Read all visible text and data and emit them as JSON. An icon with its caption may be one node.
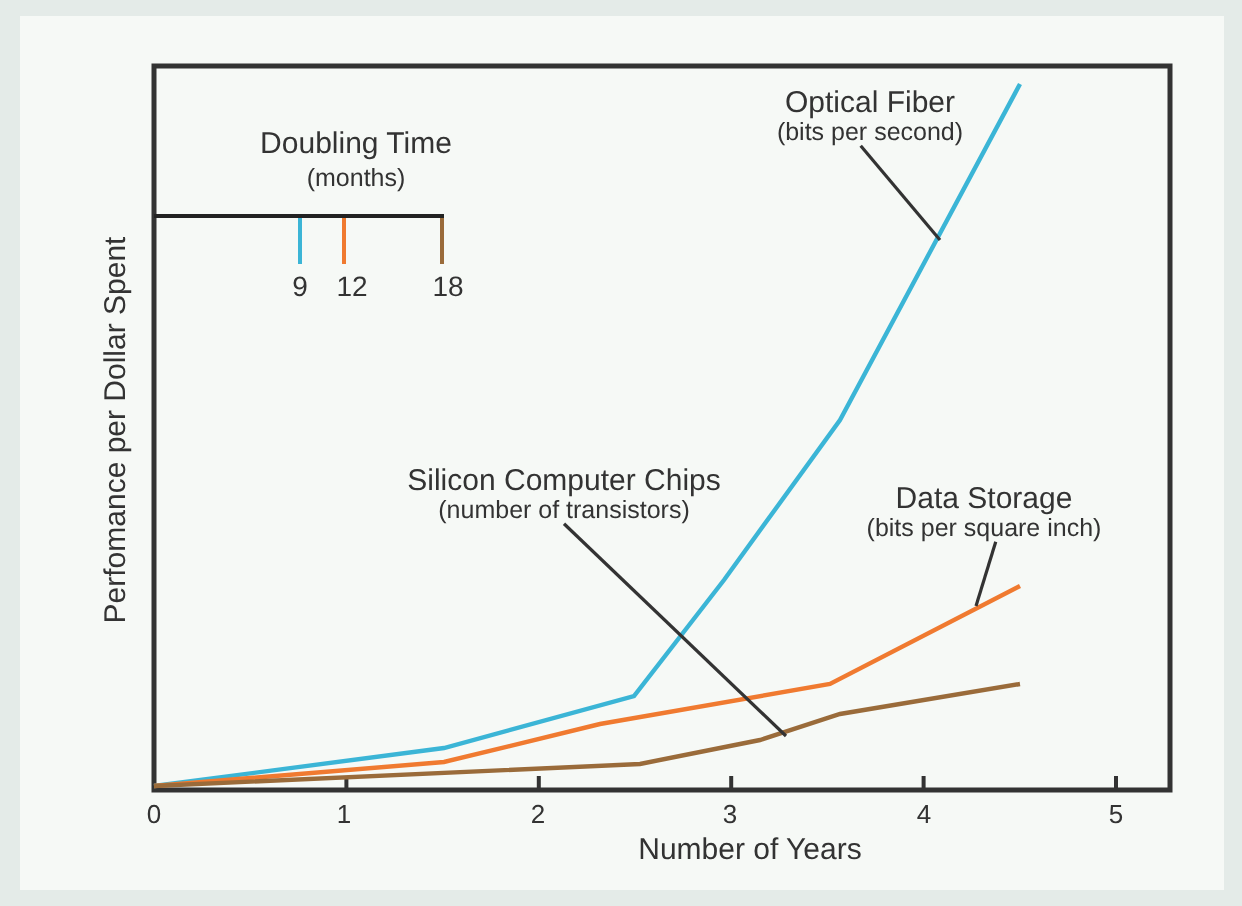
{
  "diagram": {
    "nodes": [
      {
        "text": [
          "Optical Fiber",
          "(bits per second)"
        ]
      },
      {
        "text": [
          "Silicon Computer Chips",
          "(number of transistors)"
        ]
      },
      {
        "text": [
          "Data Storage",
          "(bits per square inch)"
        ]
      }
    ],
    "edges": [
      {
        "from": 0,
        "to": null,
        "arrow": "none"
      },
      {
        "from": 1,
        "to": null,
        "arrow": "none"
      },
      {
        "from": 2,
        "to": null,
        "arrow": "none"
      }
    ],
    "labels": [
      "Doubling Time",
      "(months)",
      "9",
      "12",
      "18",
      "Perfomance per Dollar Spent",
      "0",
      "1",
      "2",
      "3",
      "4",
      "5",
      "Number of Years"
    ]
  }
}
